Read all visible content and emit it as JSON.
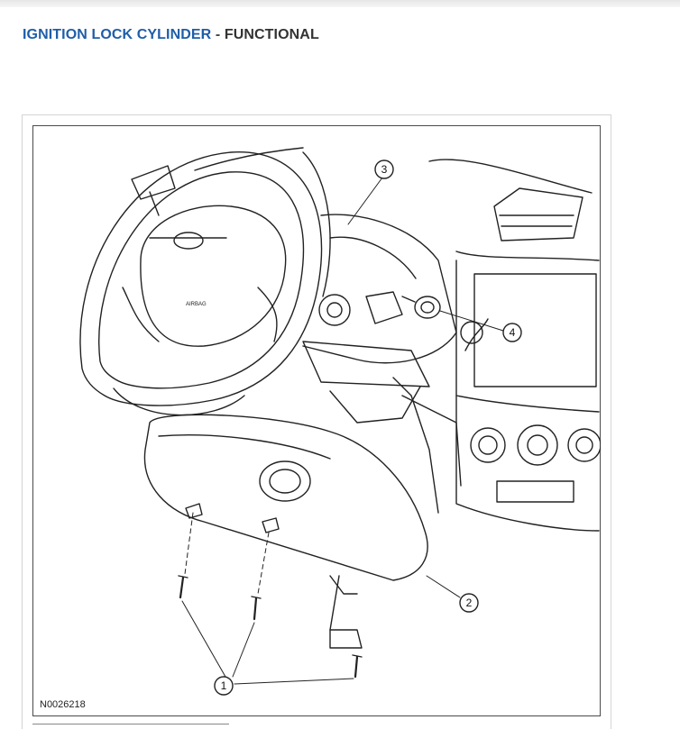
{
  "header": {
    "title": "IGNITION LOCK CYLINDER",
    "separator": " - ",
    "mode": "FUNCTIONAL",
    "title_color": "#1f5ea8"
  },
  "figure": {
    "id": "N0026218",
    "callouts": [
      {
        "number": "1"
      },
      {
        "number": "2"
      },
      {
        "number": "3"
      },
      {
        "number": "4"
      }
    ]
  }
}
